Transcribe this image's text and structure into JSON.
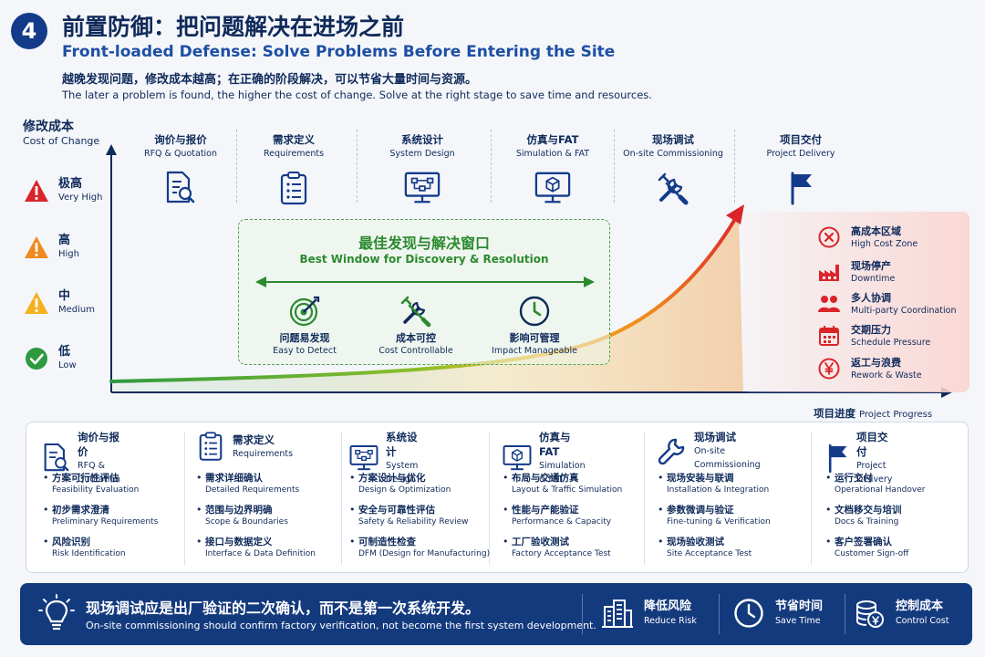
{
  "header": {
    "number": "4",
    "title_cn": "前置防御：把问题解决在进场之前",
    "title_en": "Front-loaded Defense: Solve Problems Before Entering the Site",
    "subtitle_cn": "越晚发现问题，修改成本越高；在正确的阶段解决，可以节省大量时间与资源。",
    "subtitle_en": "The later a problem is found, the higher the cost of change.  Solve at the right stage to save time and resources."
  },
  "chart": {
    "y_axis_cn": "修改成本",
    "y_axis_en": "Cost of Change",
    "x_axis_cn": "项目进度",
    "x_axis_en": "Project Progress",
    "levels": [
      {
        "cn": "极高",
        "en": "Very High",
        "color": "#d9252a",
        "icon": "danger-triangle-icon"
      },
      {
        "cn": "高",
        "en": "High",
        "color": "#f08a1c",
        "icon": "warning-triangle-icon"
      },
      {
        "cn": "中",
        "en": "Medium",
        "color": "#f5b01f",
        "icon": "caution-triangle-icon"
      },
      {
        "cn": "低",
        "en": "Low",
        "color": "#2e9a3e",
        "icon": "check-circle-icon"
      }
    ],
    "stages": [
      {
        "cn": "询价与报价",
        "en": "RFQ & Quotation",
        "icon": "document-search-icon"
      },
      {
        "cn": "需求定义",
        "en": "Requirements",
        "icon": "clipboard-list-icon"
      },
      {
        "cn": "系统设计",
        "en": "System Design",
        "icon": "system-monitor-icon"
      },
      {
        "cn": "仿真与FAT",
        "en": "Simulation & FAT",
        "icon": "simulation-cube-icon"
      },
      {
        "cn": "现场调试",
        "en": "On-site Commissioning",
        "icon": "wrench-screwdriver-icon"
      },
      {
        "cn": "项目交付",
        "en": "Project Delivery",
        "icon": "flag-icon"
      }
    ],
    "best_window": {
      "title_cn": "最佳发现与解决窗口",
      "title_en": "Best Window for Discovery & Resolution",
      "items": [
        {
          "cn": "问题易发现",
          "en": "Easy to Detect",
          "icon": "target-icon"
        },
        {
          "cn": "成本可控",
          "en": "Cost Controllable",
          "icon": "tools-icon"
        },
        {
          "cn": "影响可管理",
          "en": "Impact Manageable",
          "icon": "clock-icon"
        }
      ]
    },
    "high_cost_zone": [
      {
        "cn": "高成本区域",
        "en": "High Cost Zone",
        "icon": "x-circle-icon"
      },
      {
        "cn": "现场停产",
        "en": "Downtime",
        "icon": "factory-icon"
      },
      {
        "cn": "多人协调",
        "en": "Multi-party Coordination",
        "icon": "people-icon"
      },
      {
        "cn": "交期压力",
        "en": "Schedule Pressure",
        "icon": "calendar-icon"
      },
      {
        "cn": "返工与浪费",
        "en": "Rework & Waste",
        "icon": "yen-coin-icon"
      }
    ]
  },
  "cards": [
    {
      "cn": "询价与报价",
      "en": "RFQ & Quotation",
      "icon": "document-search-icon",
      "items": [
        {
          "cn": "方案可行性评估",
          "en": "Feasibility Evaluation"
        },
        {
          "cn": "初步需求澄清",
          "en": "Preliminary Requirements"
        },
        {
          "cn": "风险识别",
          "en": "Risk Identification"
        }
      ]
    },
    {
      "cn": "需求定义",
      "en": "Requirements",
      "icon": "clipboard-list-icon",
      "items": [
        {
          "cn": "需求详细确认",
          "en": "Detailed Requirements"
        },
        {
          "cn": "范围与边界明确",
          "en": "Scope & Boundaries"
        },
        {
          "cn": "接口与数据定义",
          "en": "Interface & Data Definition"
        }
      ]
    },
    {
      "cn": "系统设计",
      "en": "System Design",
      "icon": "system-monitor-icon",
      "items": [
        {
          "cn": "方案设计与优化",
          "en": "Design & Optimization"
        },
        {
          "cn": "安全与可靠性评估",
          "en": "Safety & Reliability Review"
        },
        {
          "cn": "可制造性检查",
          "en": "DFM (Design for Manufacturing)"
        }
      ]
    },
    {
      "cn": "仿真与FAT",
      "en": "Simulation & FAT",
      "icon": "simulation-cube-icon",
      "items": [
        {
          "cn": "布局与交通仿真",
          "en": "Layout & Traffic Simulation"
        },
        {
          "cn": "性能与产能验证",
          "en": "Performance & Capacity"
        },
        {
          "cn": "工厂验收测试",
          "en": "Factory Acceptance Test"
        }
      ]
    },
    {
      "cn": "现场调试",
      "en": "On-site Commissioning",
      "icon": "wrench-icon",
      "items": [
        {
          "cn": "现场安装与联调",
          "en": "Installation & Integration"
        },
        {
          "cn": "参数微调与验证",
          "en": "Fine-tuning & Verification"
        },
        {
          "cn": "现场验收测试",
          "en": "Site Acceptance Test"
        }
      ]
    },
    {
      "cn": "项目交付",
      "en": "Project Delivery",
      "icon": "flag-icon",
      "items": [
        {
          "cn": "运行交付",
          "en": "Operational Handover"
        },
        {
          "cn": "文档移交与培训",
          "en": "Docs & Training"
        },
        {
          "cn": "客户签署确认",
          "en": "Customer Sign-off"
        }
      ]
    }
  ],
  "footer": {
    "statement_cn": "现场调试应是出厂验证的二次确认，而不是第一次系统开发。",
    "statement_en": "On-site commissioning should confirm factory verification, not become the first system development.",
    "benefits": [
      {
        "cn": "降低风险",
        "en": "Reduce Risk",
        "icon": "building-icon"
      },
      {
        "cn": "节省时间",
        "en": "Save Time",
        "icon": "clock-icon"
      },
      {
        "cn": "控制成本",
        "en": "Control Cost",
        "icon": "coins-icon"
      }
    ]
  },
  "colors": {
    "navy": "#0f2a5a",
    "blue": "#143b8a",
    "green": "#2b8a2f",
    "red": "#d9252a",
    "orange": "#f08a1c"
  }
}
